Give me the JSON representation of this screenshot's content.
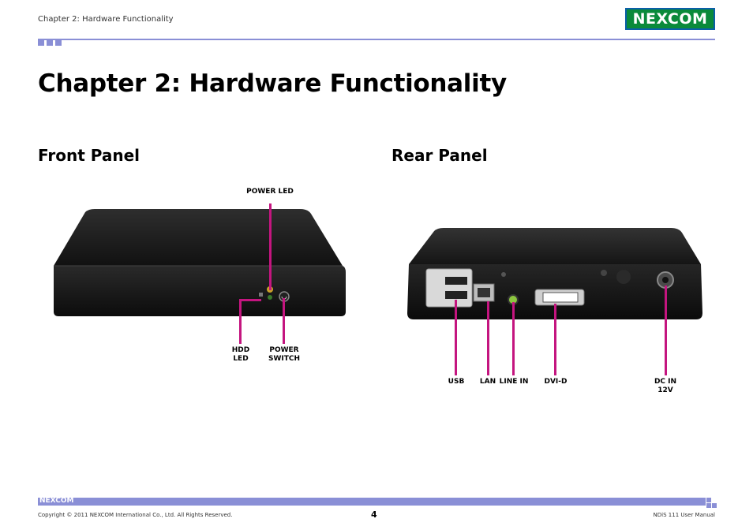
{
  "header": {
    "chapter_text": "Chapter 2: Hardware Functionality",
    "logo_text": "NEXCOM"
  },
  "page_title": "Chapter 2: Hardware Functionality",
  "front_panel": {
    "heading": "Front Panel",
    "labels": {
      "power_led": "POWER LED",
      "hdd_led_line1": "HDD",
      "hdd_led_line2": "LED",
      "power_switch_line1": "POWER",
      "power_switch_line2": "SWITCH"
    }
  },
  "rear_panel": {
    "heading": "Rear Panel",
    "labels": {
      "usb": "USB",
      "lan": "LAN",
      "line_in": "LINE IN",
      "dvi_d": "DVI-D",
      "dc_in_line1": "DC IN",
      "dc_in_line2": "12V"
    }
  },
  "footer": {
    "logo_text": "NEXCOM",
    "copyright": "Copyright © 2011 NEXCOM International Co., Ltd. All Rights Reserved.",
    "page_number": "4",
    "manual_name": "NDiS 111 User Manual"
  },
  "colors": {
    "accent": "#8a8fd6",
    "leader": "#c4157f",
    "logo_green": "#0a8a3a",
    "logo_border": "#0a5fa8"
  }
}
